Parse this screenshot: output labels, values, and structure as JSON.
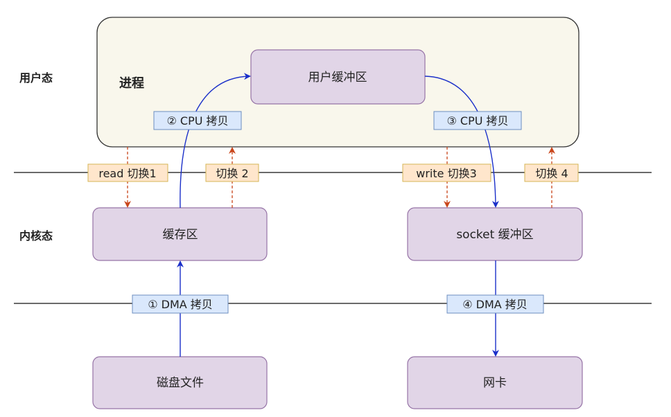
{
  "zones": {
    "user": "用户态",
    "kernel": "内核态"
  },
  "process": {
    "label": "进程"
  },
  "boxes": {
    "user_buffer": "用户缓冲区",
    "page_cache": "缓存区",
    "socket_buffer": "socket 缓冲区",
    "disk_file": "磁盘文件",
    "nic": "网卡"
  },
  "copies": {
    "dma1": "① DMA 拷贝",
    "cpu2": "② CPU 拷贝",
    "cpu3": "③ CPU 拷贝",
    "dma4": "④ DMA 拷贝"
  },
  "switches": {
    "s1": "read 切换1",
    "s2": "切换 2",
    "s3": "write 切换3",
    "s4": "切换 4"
  },
  "colors": {
    "process_fill": "#f9f7ec",
    "box_fill": "#e1d5e7",
    "box_stroke": "#9673a6",
    "copy_fill": "#dae8fc",
    "copy_stroke": "#6c8ebf",
    "switch_fill": "#ffe6cc",
    "switch_stroke": "#d6b656",
    "data_arrow": "#1a2fc9",
    "switch_arrow": "#c9451a"
  }
}
